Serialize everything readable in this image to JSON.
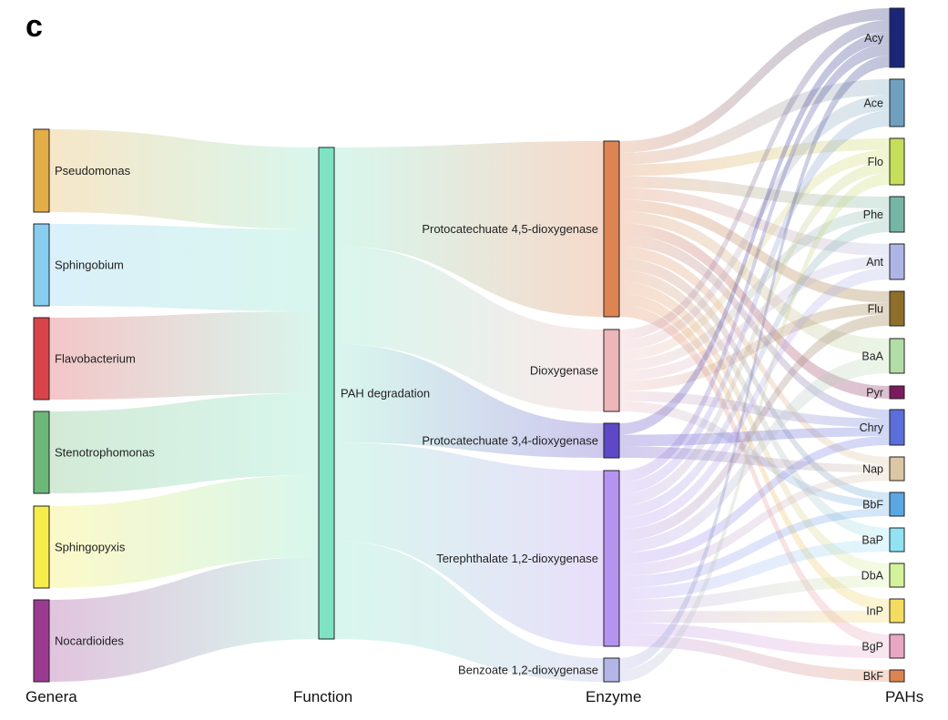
{
  "panel_label": "c",
  "column_titles": {
    "genera": "Genera",
    "function": "Function",
    "enzyme": "Enzyme",
    "pahs": "PAHs"
  },
  "genera": [
    {
      "name": "Pseudomonas",
      "color": "#E3AE48"
    },
    {
      "name": "Sphingobium",
      "color": "#86CDF0"
    },
    {
      "name": "Flavobacterium",
      "color": "#D9434A"
    },
    {
      "name": "Stenotrophomonas",
      "color": "#6CB878"
    },
    {
      "name": "Sphingopyxis",
      "color": "#F6EC4A"
    },
    {
      "name": "Nocardioides",
      "color": "#9B3A91"
    }
  ],
  "functions": [
    {
      "name": "PAH degradation",
      "color": "#7FE3C3"
    }
  ],
  "enzymes": [
    {
      "name": "Protocatechuate 4,5-dioxygenase",
      "color": "#DE8452"
    },
    {
      "name": "Dioxygenase",
      "color": "#EDB6B8"
    },
    {
      "name": "Protocatechuate 3,4-dioxygenase",
      "color": "#5E48C8"
    },
    {
      "name": "Terephthalate 1,2-dioxygenase",
      "color": "#B593F0"
    },
    {
      "name": "Benzoate 1,2-dioxygenase",
      "color": "#B3B5E6"
    }
  ],
  "pahs": [
    {
      "name": "Acy",
      "color": "#1B2679"
    },
    {
      "name": "Ace",
      "color": "#6FA0C0"
    },
    {
      "name": "Flo",
      "color": "#C7DE5A"
    },
    {
      "name": "Phe",
      "color": "#75B6A5"
    },
    {
      "name": "Ant",
      "color": "#ADB5E6"
    },
    {
      "name": "Flu",
      "color": "#8F6E2A"
    },
    {
      "name": "BaA",
      "color": "#B3DDA6"
    },
    {
      "name": "Pyr",
      "color": "#7C1A5E"
    },
    {
      "name": "Chry",
      "color": "#5A6FDB"
    },
    {
      "name": "Nap",
      "color": "#DCC7A4"
    },
    {
      "name": "BbF",
      "color": "#5BA7E3"
    },
    {
      "name": "BaP",
      "color": "#8FE3F3"
    },
    {
      "name": "DbA",
      "color": "#D3F39B"
    },
    {
      "name": "InP",
      "color": "#F3DC5F"
    },
    {
      "name": "BgP",
      "color": "#E9A6C4"
    },
    {
      "name": "BkF",
      "color": "#DE8452"
    }
  ],
  "links": {
    "genus_to_function": [
      {
        "source": "Pseudomonas",
        "target": "PAH degradation"
      },
      {
        "source": "Sphingobium",
        "target": "PAH degradation"
      },
      {
        "source": "Flavobacterium",
        "target": "PAH degradation"
      },
      {
        "source": "Stenotrophomonas",
        "target": "PAH degradation"
      },
      {
        "source": "Sphingopyxis",
        "target": "PAH degradation"
      },
      {
        "source": "Nocardioides",
        "target": "PAH degradation"
      }
    ],
    "function_to_enzyme": [
      {
        "source": "PAH degradation",
        "target": "Protocatechuate 4,5-dioxygenase"
      },
      {
        "source": "PAH degradation",
        "target": "Dioxygenase"
      },
      {
        "source": "PAH degradation",
        "target": "Protocatechuate 3,4-dioxygenase"
      },
      {
        "source": "PAH degradation",
        "target": "Terephthalate 1,2-dioxygenase"
      },
      {
        "source": "PAH degradation",
        "target": "Benzoate 1,2-dioxygenase"
      }
    ],
    "enzyme_to_pah": [
      {
        "source": "Protocatechuate 4,5-dioxygenase",
        "target": "Acy"
      },
      {
        "source": "Protocatechuate 4,5-dioxygenase",
        "target": "Ace"
      },
      {
        "source": "Protocatechuate 4,5-dioxygenase",
        "target": "Flo"
      },
      {
        "source": "Protocatechuate 4,5-dioxygenase",
        "target": "Phe"
      },
      {
        "source": "Protocatechuate 4,5-dioxygenase",
        "target": "Ant"
      },
      {
        "source": "Protocatechuate 4,5-dioxygenase",
        "target": "Flu"
      },
      {
        "source": "Protocatechuate 4,5-dioxygenase",
        "target": "BaA"
      },
      {
        "source": "Protocatechuate 4,5-dioxygenase",
        "target": "Pyr"
      },
      {
        "source": "Protocatechuate 4,5-dioxygenase",
        "target": "Chry"
      },
      {
        "source": "Protocatechuate 4,5-dioxygenase",
        "target": "Nap"
      },
      {
        "source": "Protocatechuate 4,5-dioxygenase",
        "target": "BbF"
      },
      {
        "source": "Protocatechuate 4,5-dioxygenase",
        "target": "BaP"
      },
      {
        "source": "Protocatechuate 4,5-dioxygenase",
        "target": "DbA"
      },
      {
        "source": "Protocatechuate 4,5-dioxygenase",
        "target": "InP"
      },
      {
        "source": "Protocatechuate 4,5-dioxygenase",
        "target": "BgP"
      },
      {
        "source": "Dioxygenase",
        "target": "Acy"
      },
      {
        "source": "Dioxygenase",
        "target": "Ace"
      },
      {
        "source": "Dioxygenase",
        "target": "Flo"
      },
      {
        "source": "Dioxygenase",
        "target": "Phe"
      },
      {
        "source": "Dioxygenase",
        "target": "Ant"
      },
      {
        "source": "Dioxygenase",
        "target": "Flu"
      },
      {
        "source": "Dioxygenase",
        "target": "Chry"
      },
      {
        "source": "Dioxygenase",
        "target": "BbF"
      },
      {
        "source": "Protocatechuate 3,4-dioxygenase",
        "target": "Acy"
      },
      {
        "source": "Protocatechuate 3,4-dioxygenase",
        "target": "Chry"
      },
      {
        "source": "Protocatechuate 3,4-dioxygenase",
        "target": "Nap"
      },
      {
        "source": "Terephthalate 1,2-dioxygenase",
        "target": "Acy"
      },
      {
        "source": "Terephthalate 1,2-dioxygenase",
        "target": "Ace"
      },
      {
        "source": "Terephthalate 1,2-dioxygenase",
        "target": "Flo"
      },
      {
        "source": "Terephthalate 1,2-dioxygenase",
        "target": "Phe"
      },
      {
        "source": "Terephthalate 1,2-dioxygenase",
        "target": "Ant"
      },
      {
        "source": "Terephthalate 1,2-dioxygenase",
        "target": "Flu"
      },
      {
        "source": "Terephthalate 1,2-dioxygenase",
        "target": "BaA"
      },
      {
        "source": "Terephthalate 1,2-dioxygenase",
        "target": "Chry"
      },
      {
        "source": "Terephthalate 1,2-dioxygenase",
        "target": "Nap"
      },
      {
        "source": "Terephthalate 1,2-dioxygenase",
        "target": "BbF"
      },
      {
        "source": "Terephthalate 1,2-dioxygenase",
        "target": "BaP"
      },
      {
        "source": "Terephthalate 1,2-dioxygenase",
        "target": "DbA"
      },
      {
        "source": "Terephthalate 1,2-dioxygenase",
        "target": "InP"
      },
      {
        "source": "Terephthalate 1,2-dioxygenase",
        "target": "BgP"
      },
      {
        "source": "Terephthalate 1,2-dioxygenase",
        "target": "BkF"
      },
      {
        "source": "Benzoate 1,2-dioxygenase",
        "target": "Acy"
      },
      {
        "source": "Benzoate 1,2-dioxygenase",
        "target": "Flo"
      }
    ]
  }
}
